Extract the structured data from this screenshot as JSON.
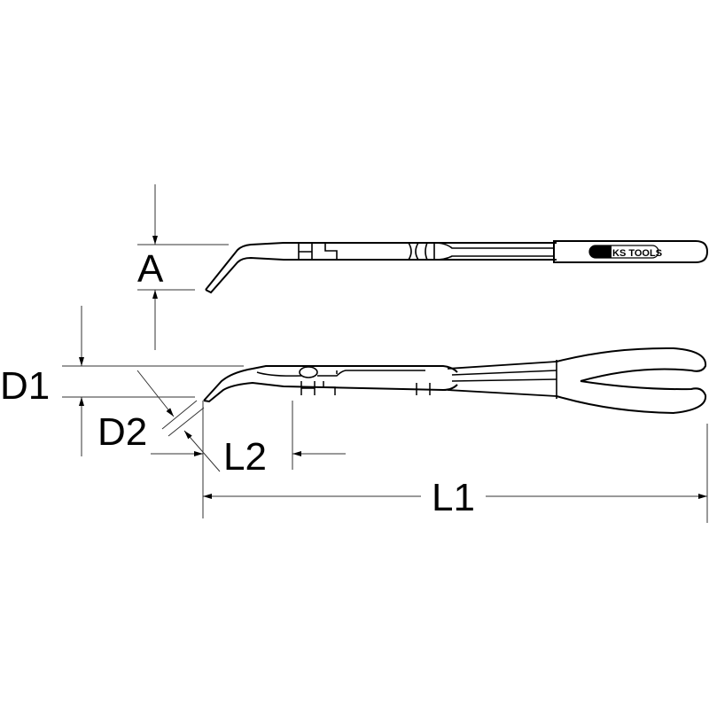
{
  "diagram": {
    "subject": "long-nose pliers, angled tip",
    "brand_logo": "KS TOOLS",
    "views": [
      "side-view",
      "top-view"
    ],
    "dimensions": {
      "A": "A",
      "D1": "D1",
      "D2": "D2",
      "L1": "L1",
      "L2": "L2"
    },
    "colors": {
      "line": "#000000",
      "background": "#ffffff",
      "extension_line": "#333333"
    }
  }
}
